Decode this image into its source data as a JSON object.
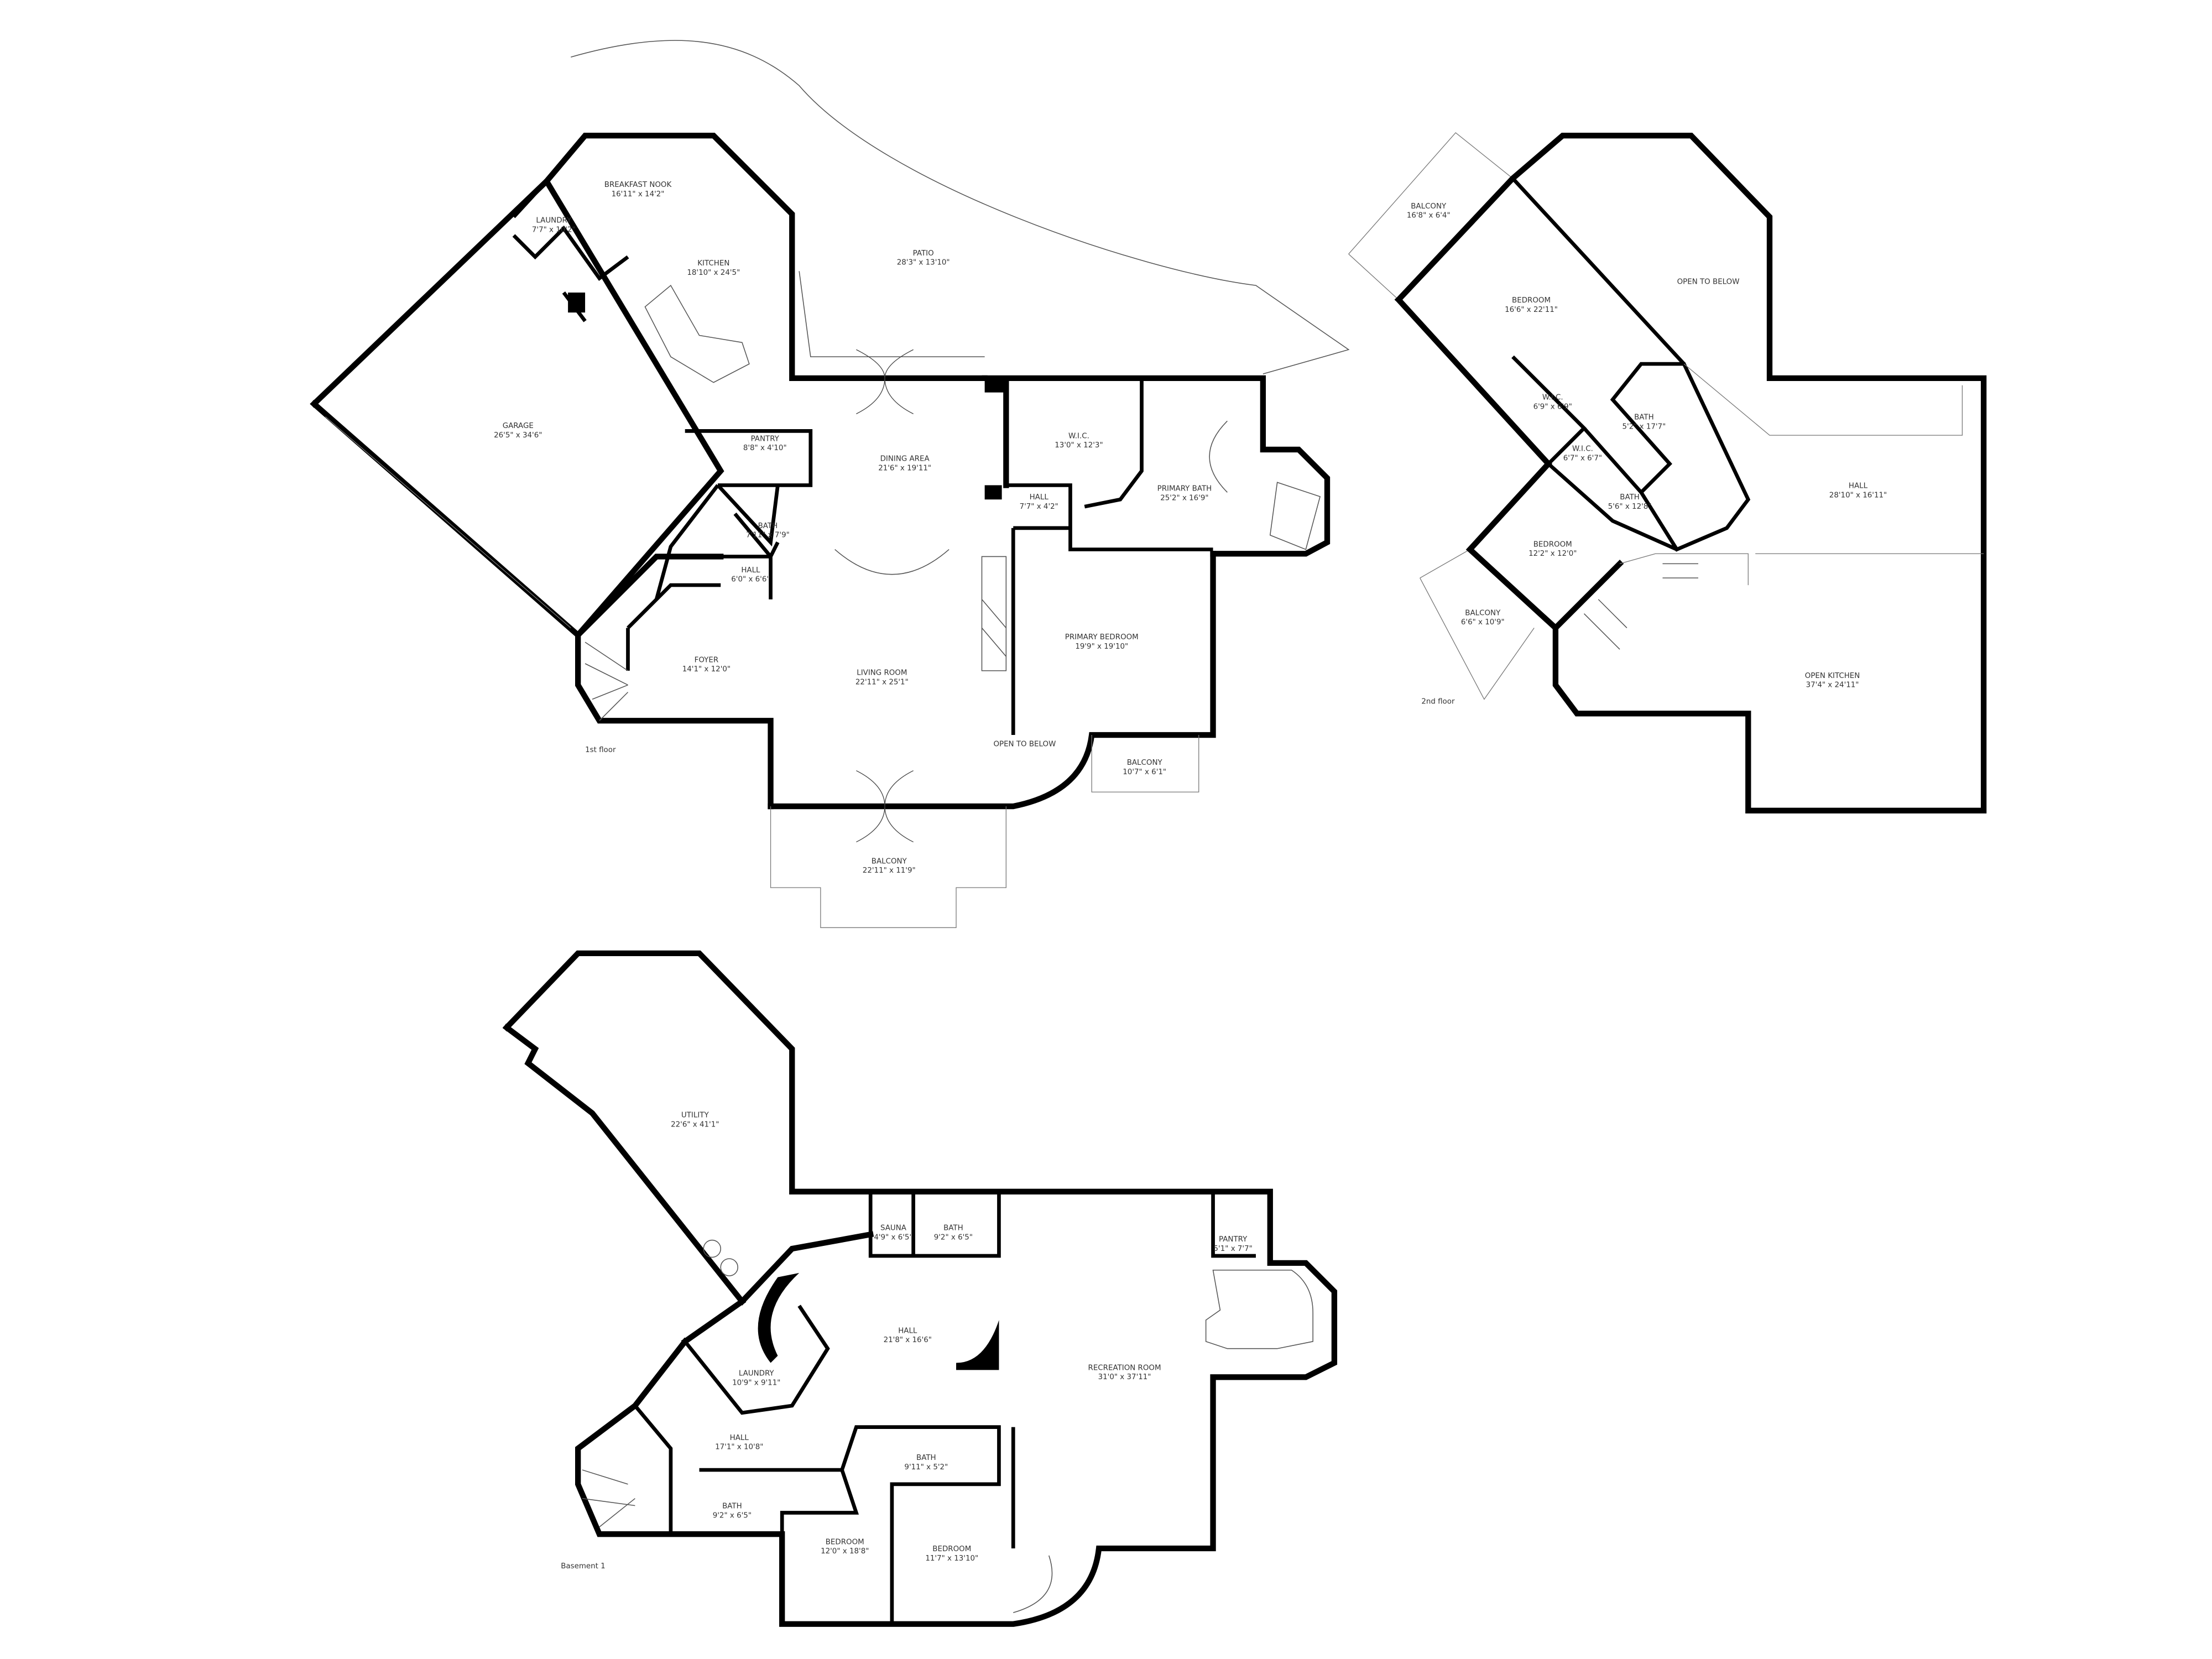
{
  "floors": [
    {
      "label": "1st floor",
      "rooms": [
        {
          "name": "BREAKFAST NOOK",
          "dims": "16'11\" x 14'2\""
        },
        {
          "name": "LAUNDRY",
          "dims": "7'7\" x 10'2\""
        },
        {
          "name": "KITCHEN",
          "dims": "18'10\" x 24'5\""
        },
        {
          "name": "PATIO",
          "dims": "28'3\" x 13'10\""
        },
        {
          "name": "GARAGE",
          "dims": "26'5\" x 34'6\""
        },
        {
          "name": "PANTRY",
          "dims": "8'8\" x 4'10\""
        },
        {
          "name": "DINING AREA",
          "dims": "21'6\" x 19'11\""
        },
        {
          "name": "W.I.C.",
          "dims": "13'0\" x 12'3\""
        },
        {
          "name": "PRIMARY BATH",
          "dims": "25'2\" x 16'9\""
        },
        {
          "name": "HALL",
          "dims": "7'7\" x 4'2\""
        },
        {
          "name": "BATH",
          "dims": "7'11\" x 7'9\""
        },
        {
          "name": "HALL",
          "dims": "6'0\" x 6'6\""
        },
        {
          "name": "FOYER",
          "dims": "14'1\" x 12'0\""
        },
        {
          "name": "LIVING ROOM",
          "dims": "22'11\" x 25'1\""
        },
        {
          "name": "PRIMARY BEDROOM",
          "dims": "19'9\" x 19'10\""
        },
        {
          "name": "OPEN TO BELOW",
          "dims": ""
        },
        {
          "name": "BALCONY",
          "dims": "10'7\" x 6'1\""
        },
        {
          "name": "BALCONY",
          "dims": "22'11\" x 11'9\""
        }
      ]
    },
    {
      "label": "2nd floor",
      "rooms": [
        {
          "name": "BALCONY",
          "dims": "16'8\" x 6'4\""
        },
        {
          "name": "BEDROOM",
          "dims": "16'6\" x 22'11\""
        },
        {
          "name": "OPEN TO BELOW",
          "dims": ""
        },
        {
          "name": "W.I.C.",
          "dims": "6'9\" x 6'9\""
        },
        {
          "name": "BATH",
          "dims": "5'2\" x 17'7\""
        },
        {
          "name": "W.I.C.",
          "dims": "6'7\" x 6'7\""
        },
        {
          "name": "BATH",
          "dims": "5'6\" x 12'8\""
        },
        {
          "name": "HALL",
          "dims": "28'10\" x 16'11\""
        },
        {
          "name": "BEDROOM",
          "dims": "12'2\" x 12'0\""
        },
        {
          "name": "BALCONY",
          "dims": "6'6\" x 10'9\""
        },
        {
          "name": "OPEN KITCHEN",
          "dims": "37'4\" x 24'11\""
        }
      ]
    },
    {
      "label": "Basement 1",
      "rooms": [
        {
          "name": "UTILITY",
          "dims": "22'6\" x 41'1\""
        },
        {
          "name": "SAUNA",
          "dims": "4'9\" x 6'5\""
        },
        {
          "name": "BATH",
          "dims": "9'2\" x 6'5\""
        },
        {
          "name": "PANTRY",
          "dims": "5'1\" x 7'7\""
        },
        {
          "name": "HALL",
          "dims": "21'8\" x 16'6\""
        },
        {
          "name": "LAUNDRY",
          "dims": "10'9\" x 9'11\""
        },
        {
          "name": "RECREATION ROOM",
          "dims": "31'0\" x 37'11\""
        },
        {
          "name": "HALL",
          "dims": "17'1\" x 10'8\""
        },
        {
          "name": "BATH",
          "dims": "9'11\" x 5'2\""
        },
        {
          "name": "BATH",
          "dims": "9'2\" x 6'5\""
        },
        {
          "name": "BEDROOM",
          "dims": "12'0\" x 18'8\""
        },
        {
          "name": "BEDROOM",
          "dims": "11'7\" x 13'10\""
        }
      ]
    }
  ],
  "colors": {
    "wall": "#000000",
    "background": "#ffffff",
    "label": "#333333"
  }
}
